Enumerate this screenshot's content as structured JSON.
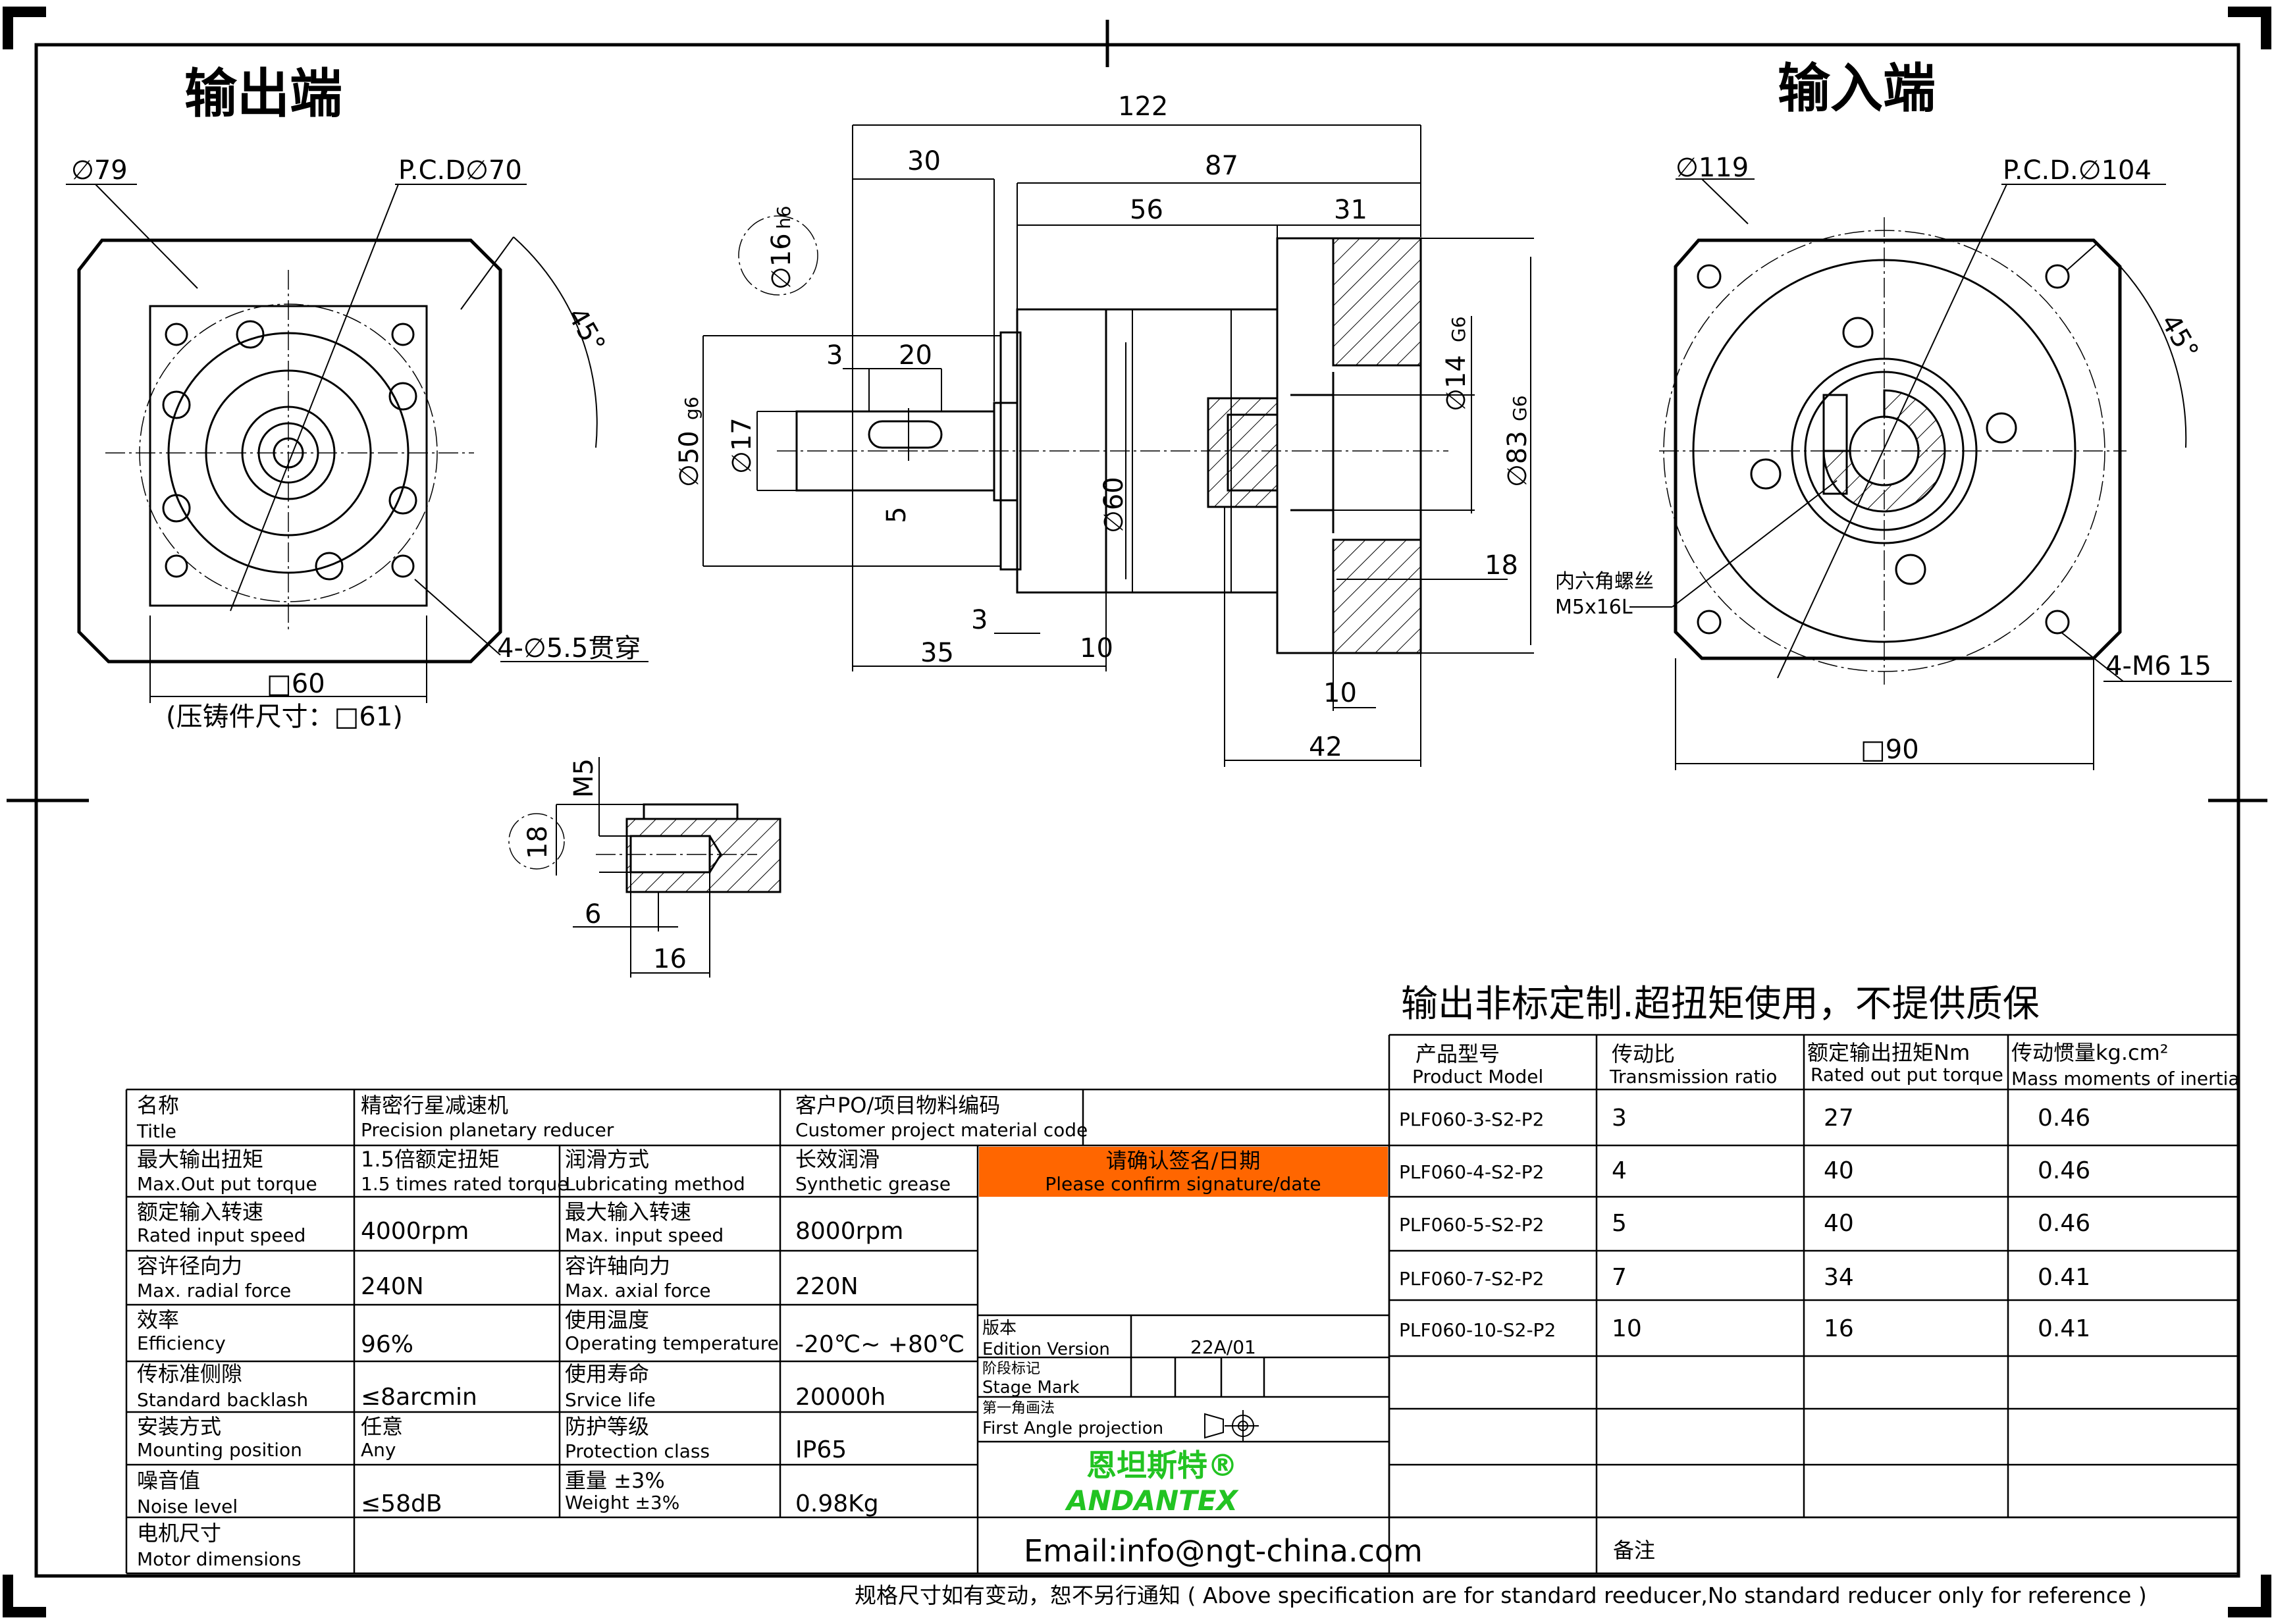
{
  "view_titles": {
    "output": "输出端",
    "input": "输入端"
  },
  "output_view": {
    "phi79": "∅79",
    "pcd70": "P.C.D∅70",
    "angle": "45°",
    "holes": "4-∅5.5贯穿",
    "square": "□60",
    "cast_note": "(压铸件尺寸：□61)"
  },
  "side_view": {
    "d122": "122",
    "d30": "30",
    "d87": "87",
    "d56": "56",
    "d31": "31",
    "d16": "∅16",
    "d16_tol": "h6",
    "d3a": "3",
    "d20": "20",
    "d50": "∅50",
    "d50_tol": "g6",
    "d17": "∅17",
    "d5": "5",
    "d60": "∅60",
    "d14": "∅14",
    "d14_tol": "G6",
    "d83": "∅83",
    "d83_tol": "G6",
    "d18": "18",
    "d3b": "3",
    "d35": "35",
    "d10a": "10",
    "d10b": "10",
    "d42": "42"
  },
  "input_view": {
    "phi119": "∅119",
    "pcd104": "P.C.D.∅104",
    "angle": "45°",
    "screw_cn": "内六角螺丝",
    "screw_en": "M5x16L",
    "holes": "4-M6",
    "depth": "15",
    "square": "□90"
  },
  "detail_view": {
    "m5": "M5",
    "d18": "18",
    "d6": "6",
    "d16": "16"
  },
  "notice": "输出非标定制.超扭矩使用，不提供质保",
  "model_table": {
    "headers": [
      {
        "cn": "产品型号",
        "en": "Product Model"
      },
      {
        "cn": "传动比",
        "en": "Transmission ratio"
      },
      {
        "cn": "额定输出扭矩Nm",
        "en": "Rated out put torque"
      },
      {
        "cn": "传动惯量kg.cm²",
        "en": "Mass moments of inertia"
      }
    ],
    "rows": [
      [
        "PLF060-3-S2-P2",
        "3",
        "27",
        "0.46"
      ],
      [
        "PLF060-4-S2-P2",
        "4",
        "40",
        "0.46"
      ],
      [
        "PLF060-5-S2-P2",
        "5",
        "40",
        "0.46"
      ],
      [
        "PLF060-7-S2-P2",
        "7",
        "34",
        "0.41"
      ],
      [
        "PLF060-10-S2-P2",
        "10",
        "16",
        "0.41"
      ]
    ]
  },
  "spec_table": {
    "title_cn": "名称",
    "title_en": "Title",
    "title_val_cn": "精密行星减速机",
    "title_val_en": "Precision planetary reducer",
    "customer_cn": "客户PO/项目物料编码",
    "customer_en": "Customer project material code",
    "rows": [
      {
        "l1cn": "最大输出扭矩",
        "l1en": "Max.Out put torque",
        "v1cn": "1.5倍额定扭矩",
        "v1en": "1.5 times rated torque",
        "l2cn": "润滑方式",
        "l2en": "Lubricating method",
        "v2cn": "长效润滑",
        "v2en": "Synthetic grease"
      },
      {
        "l1cn": "额定输入转速",
        "l1en": "Rated input speed",
        "v1": "4000rpm",
        "l2cn": "最大输入转速",
        "l2en": "Max. input speed",
        "v2": "8000rpm"
      },
      {
        "l1cn": "容许径向力",
        "l1en": "Max. radial force",
        "v1": "240N",
        "l2cn": "容许轴向力",
        "l2en": "Max. axial force",
        "v2": "220N"
      },
      {
        "l1cn": "效率",
        "l1en": "Efficiency",
        "v1": "96%",
        "l2cn": "使用温度",
        "l2en": "Operating temperature",
        "v2": "-20℃~ +80℃"
      },
      {
        "l1cn": "传标准侧隙",
        "l1en": "Standard backlash",
        "v1": "≤8arcmin",
        "l2cn": "使用寿命",
        "l2en": "Srvice life",
        "v2": "20000h"
      },
      {
        "l1cn": "安装方式",
        "l1en": "Mounting position",
        "v1": "任意",
        "v1b": "Any",
        "l2cn": "防护等级",
        "l2en": "Protection class",
        "v2": "IP65"
      },
      {
        "l1cn": "噪音值",
        "l1en": "Noise level",
        "v1": "≤58dB",
        "l2cn": "重量 ±3%",
        "l2en": "Weight ±3%",
        "v2": "0.98Kg"
      }
    ],
    "motor_cn": "电机尺寸",
    "motor_en": "Motor dimensions",
    "confirm_cn": "请确认签名/日期",
    "confirm_en": "Please confirm signature/date",
    "edition_cn": "版本",
    "edition_en": "Edition Version",
    "edition_val": "22A/01",
    "stage_cn": "阶段标记",
    "stage_en": "Stage Mark",
    "angle_cn": "第一角画法",
    "angle_en": "First Angle projection",
    "brand_cn": "恩坦斯特®",
    "brand_en": "ANDANTEX",
    "email": "Email:info@ngt-china.com",
    "remark": "备注"
  },
  "footer": "规格尺寸如有变动，恕不另行通知 ( Above specification are for standard reeducer,No standard reducer only for reference )",
  "colors": {
    "confirm_bg": "#ff6600",
    "brand": "#22c322"
  }
}
